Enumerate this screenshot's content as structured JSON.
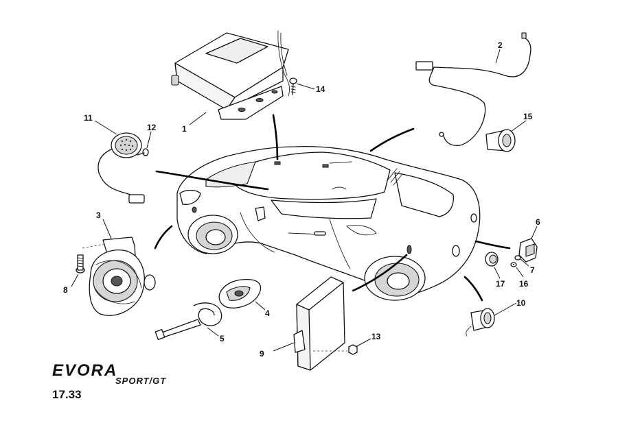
{
  "page_ref": "17.33",
  "brand": {
    "model": "EVORA",
    "variant": "SPORT/GT"
  },
  "callouts": [
    {
      "id": "1",
      "label": "1"
    },
    {
      "id": "2",
      "label": "2"
    },
    {
      "id": "3",
      "label": "3"
    },
    {
      "id": "4",
      "label": "4"
    },
    {
      "id": "5",
      "label": "5"
    },
    {
      "id": "6",
      "label": "6"
    },
    {
      "id": "7",
      "label": "7"
    },
    {
      "id": "8",
      "label": "8"
    },
    {
      "id": "9",
      "label": "9"
    },
    {
      "id": "10",
      "label": "10"
    },
    {
      "id": "11",
      "label": "11"
    },
    {
      "id": "12",
      "label": "12"
    },
    {
      "id": "13",
      "label": "13"
    },
    {
      "id": "14",
      "label": "14"
    },
    {
      "id": "15",
      "label": "15"
    },
    {
      "id": "16",
      "label": "16"
    },
    {
      "id": "17",
      "label": "17"
    }
  ]
}
